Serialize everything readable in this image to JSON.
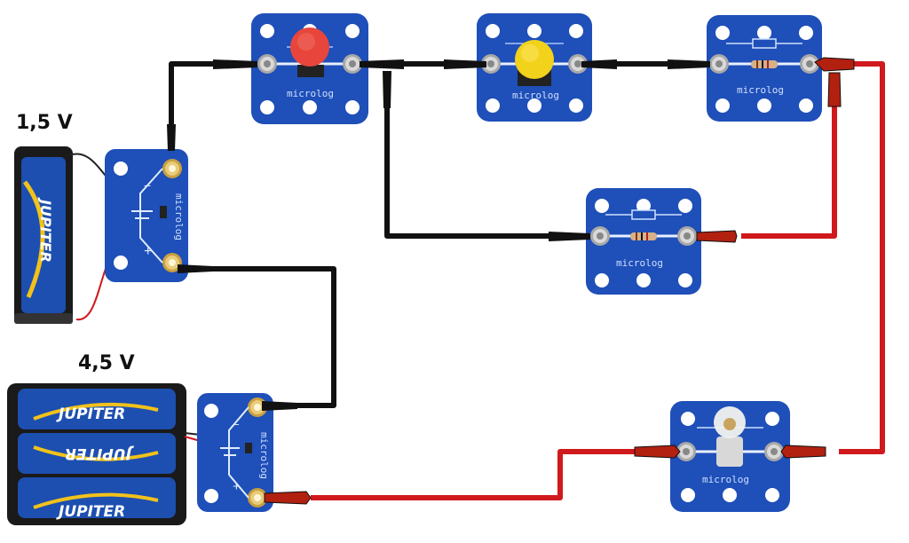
{
  "diagram": {
    "title": "Circuit with two batteries, two push buttons, two resistors and a lamp",
    "labels": {
      "battery_small": "1,5 V",
      "battery_large": "4,5 V"
    },
    "brand_text": "microlog",
    "battery_brand": "JUPITER",
    "terminal_minus": "−",
    "terminal_plus": "+",
    "colors": {
      "board": "#1f4fb8",
      "wire_black": "#111111",
      "wire_red": "#d0191c",
      "plug_red": "#b22010",
      "button_red": "#e8463c",
      "button_yellow": "#f2d21a",
      "battery_blue": "#1d4fb0"
    },
    "components": [
      {
        "id": "battery-1-5v",
        "type": "battery_holder",
        "cells": 1,
        "voltage": "1,5 V"
      },
      {
        "id": "battery-4-5v",
        "type": "battery_holder",
        "cells": 3,
        "voltage": "4,5 V"
      },
      {
        "id": "battery-module-1",
        "type": "battery_module"
      },
      {
        "id": "battery-module-2",
        "type": "battery_module"
      },
      {
        "id": "push-button-red",
        "type": "push_button",
        "color": "red"
      },
      {
        "id": "push-button-yellow",
        "type": "push_button",
        "color": "yellow"
      },
      {
        "id": "resistor-top",
        "type": "resistor"
      },
      {
        "id": "resistor-middle",
        "type": "resistor"
      },
      {
        "id": "lamp",
        "type": "lamp"
      }
    ],
    "wires": [
      {
        "from": "battery-module-1 (-)",
        "to": "push-button-red (left)",
        "color": "black"
      },
      {
        "from": "battery-module-1 (+)",
        "to": "battery-module-2 (-)",
        "color": "black"
      },
      {
        "from": "push-button-red (right)",
        "to": "push-button-yellow (left)",
        "color": "black"
      },
      {
        "from": "push-button-red (right)",
        "to": "resistor-middle (left)",
        "color": "black"
      },
      {
        "from": "push-button-yellow (right)",
        "to": "resistor-top (left)",
        "color": "black"
      },
      {
        "from": "resistor-top (right)",
        "to": "resistor-middle (right)",
        "color": "red"
      },
      {
        "from": "resistor-top (right)",
        "to": "lamp (right)",
        "color": "red"
      },
      {
        "from": "battery-module-2 (+)",
        "to": "lamp (left)",
        "color": "red"
      }
    ]
  }
}
